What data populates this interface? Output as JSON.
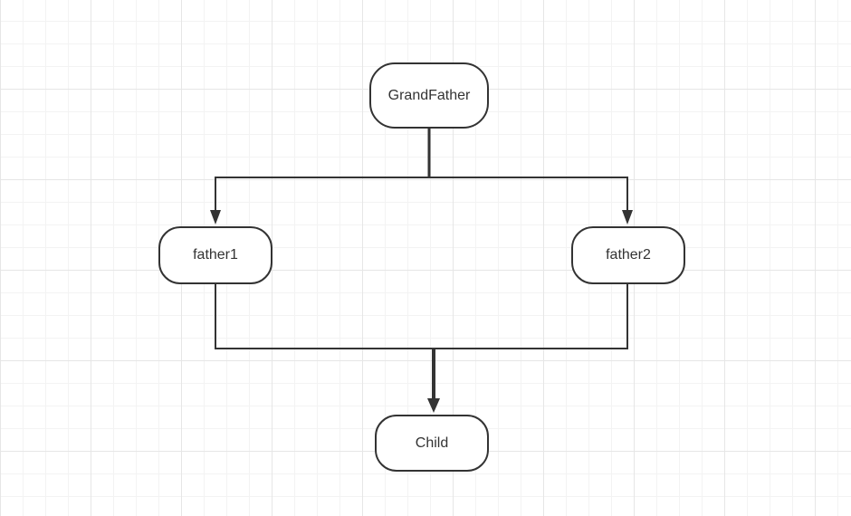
{
  "diagram": {
    "nodes": {
      "grandfather": "GrandFather",
      "father1": "father1",
      "father2": "father2",
      "child": "Child"
    },
    "edges": [
      {
        "from": "GrandFather",
        "to": "father1"
      },
      {
        "from": "GrandFather",
        "to": "father2"
      },
      {
        "from": "father1",
        "to": "Child"
      },
      {
        "from": "father2",
        "to": "Child"
      }
    ]
  },
  "colors": {
    "line": "#333333",
    "node_border": "#333333",
    "node_fill": "#ffffff",
    "grid": "#e6e6e6",
    "text": "#333333"
  }
}
